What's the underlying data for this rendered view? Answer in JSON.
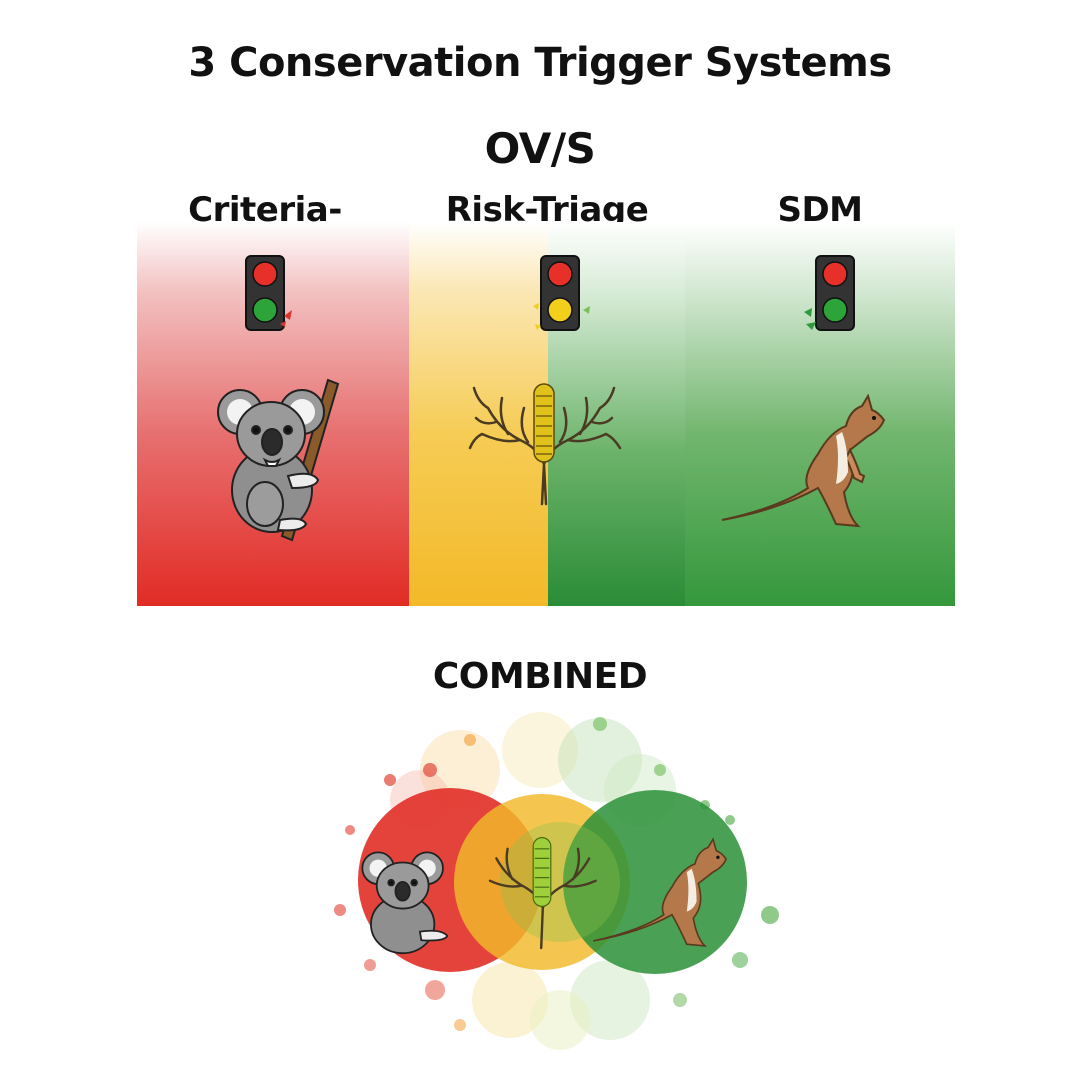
{
  "title": "3 Conservation Trigger Systems",
  "vs_label": "OV/S",
  "columns": [
    {
      "label": "Criteria-based",
      "light_colors": [
        "#e8302a",
        "#2da43a"
      ],
      "animal": "koala-icon"
    },
    {
      "label": "Risk-Triage",
      "light_colors": [
        "#e8302a",
        "#f2cf1b"
      ],
      "animal": "banksia-tree-icon"
    },
    {
      "label": "SDM",
      "light_colors": [
        "#e8302a",
        "#2da43a"
      ],
      "animal": "kangaroo-icon"
    }
  ],
  "combined_label": "COMBINED",
  "colors": {
    "red": "#e22b25",
    "yellow": "#f3b928",
    "green": "#2a8c36"
  }
}
